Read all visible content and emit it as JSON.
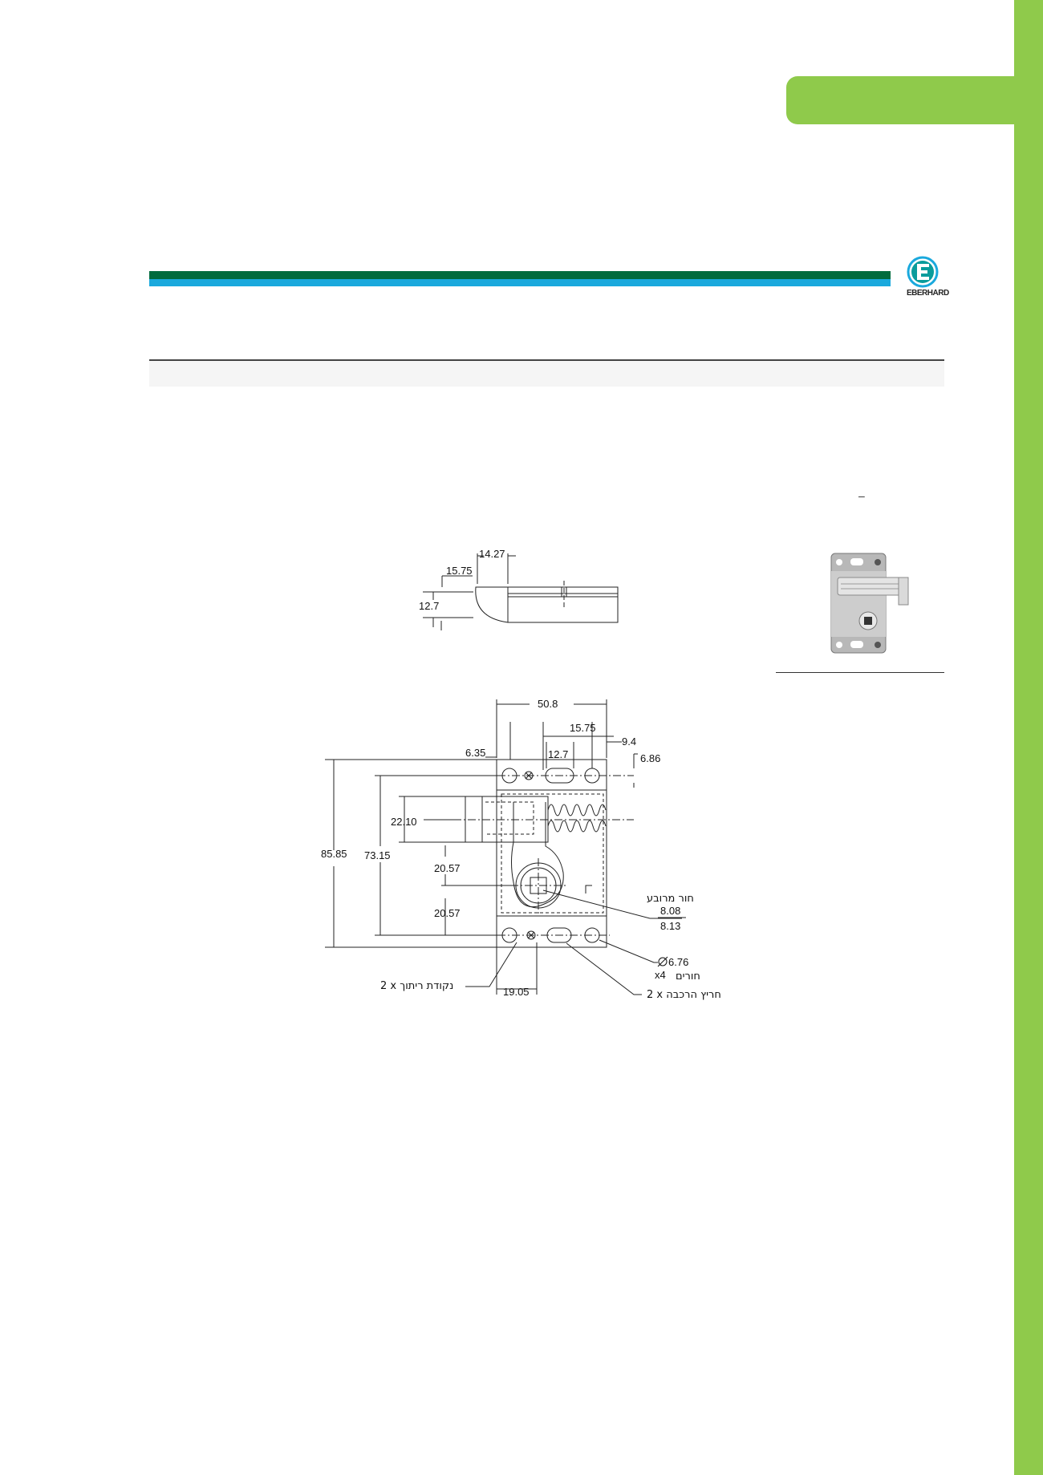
{
  "brand": {
    "logo_text": "EBERHARD"
  },
  "colors": {
    "accent_green": "#8fca4b",
    "stripe_green": "#006b3d",
    "stripe_cyan": "#1aa9dd"
  },
  "header": {
    "dash": "–"
  },
  "side_view": {
    "dims": {
      "d1": "14.27",
      "d2": "15.75",
      "d3": "12.7"
    }
  },
  "front_view": {
    "dims": {
      "width": "50.8",
      "slot_span": "15.75",
      "edge_offset": "9.4",
      "left_offset": "6.35",
      "slot_width": "12.7",
      "hole_offset": "6.86",
      "bolt_height": "22.10",
      "overall_height": "85.85",
      "hole_spacing": "73.15",
      "upper_center": "20.57",
      "lower_center": "20.57",
      "bottom_offset": "19.05"
    },
    "callouts": {
      "square_hole": "חור מרובע",
      "square_min": "8.08",
      "square_max": "8.13",
      "hole_diameter": "6.76",
      "hole_count": "x4",
      "holes_label": "חורים",
      "weld_points": "2 x נקודת ריתוך",
      "mount_slots": "2 x חריץ הרכבה"
    }
  }
}
